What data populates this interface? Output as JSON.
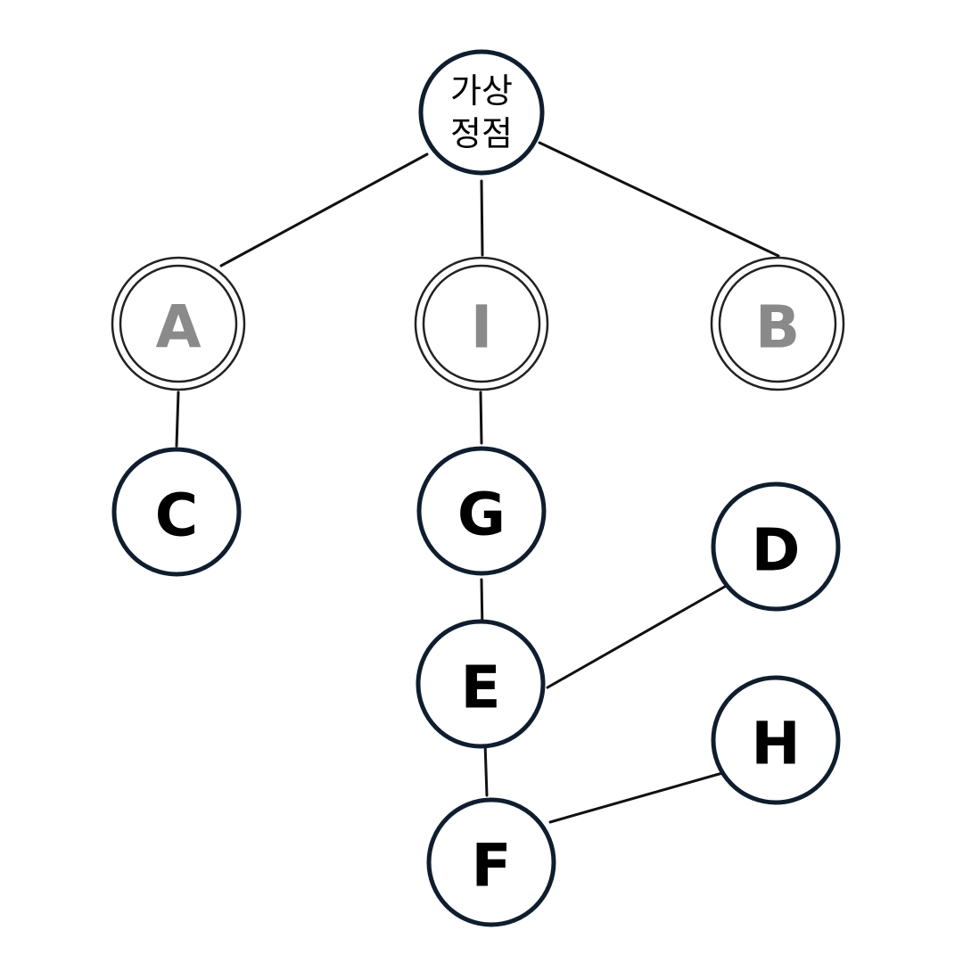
{
  "diagram": {
    "type": "tree",
    "nodes": [
      {
        "id": "root",
        "label_lines": [
          "가상",
          "정점"
        ],
        "style": "normal"
      },
      {
        "id": "A",
        "label": "A",
        "style": "double"
      },
      {
        "id": "I",
        "label": "I",
        "style": "double"
      },
      {
        "id": "B",
        "label": "B",
        "style": "double"
      },
      {
        "id": "C",
        "label": "C",
        "style": "normal"
      },
      {
        "id": "G",
        "label": "G",
        "style": "normal"
      },
      {
        "id": "D",
        "label": "D",
        "style": "normal"
      },
      {
        "id": "E",
        "label": "E",
        "style": "normal"
      },
      {
        "id": "H",
        "label": "H",
        "style": "normal"
      },
      {
        "id": "F",
        "label": "F",
        "style": "normal"
      }
    ],
    "edges": [
      [
        "root",
        "A"
      ],
      [
        "root",
        "I"
      ],
      [
        "root",
        "B"
      ],
      [
        "A",
        "C"
      ],
      [
        "I",
        "G"
      ],
      [
        "G",
        "E"
      ],
      [
        "E",
        "D"
      ],
      [
        "E",
        "F"
      ],
      [
        "F",
        "H"
      ]
    ],
    "colors": {
      "node_stroke": "#0f1e2e",
      "double_stroke": "#222222",
      "muted_label": "#8a8a8a",
      "label": "#000000",
      "edge": "#111111"
    }
  }
}
